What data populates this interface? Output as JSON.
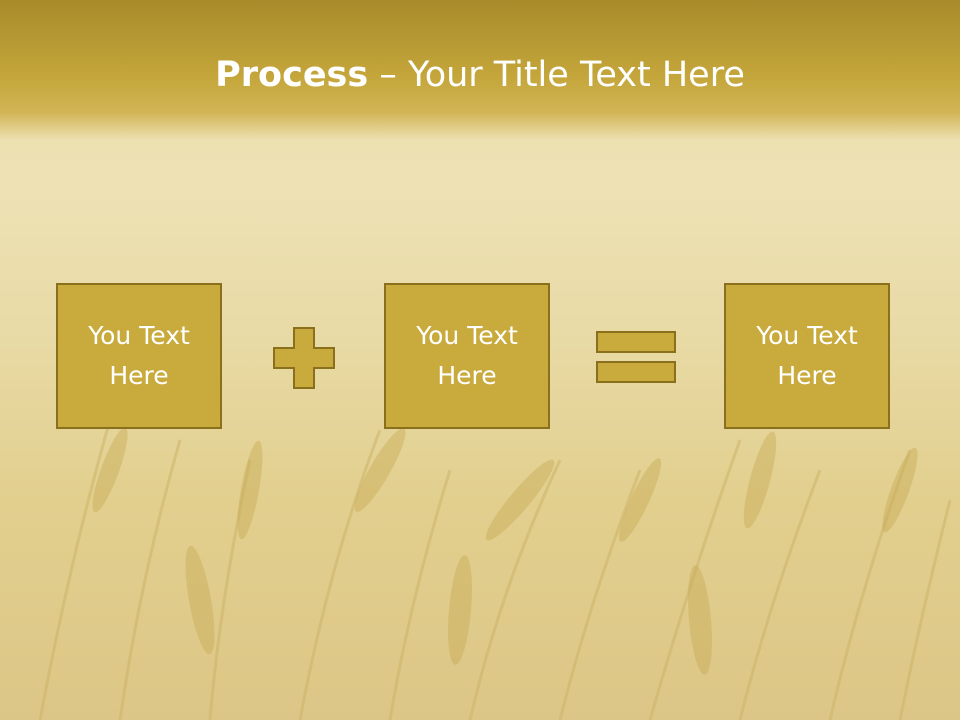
{
  "slide": {
    "title_bold": "Process",
    "title_rest": " – Your Title Text Here",
    "boxes": [
      {
        "text": "You Text\nHere"
      },
      {
        "text": "You Text\nHere"
      },
      {
        "text": "You Text\nHere"
      }
    ],
    "operators": [
      "plus-icon",
      "equals-icon"
    ]
  },
  "colors": {
    "header": "#c4a63b",
    "box_fill": "#c9aa3c",
    "box_border": "#8a6f1c",
    "text": "#ffffff"
  }
}
